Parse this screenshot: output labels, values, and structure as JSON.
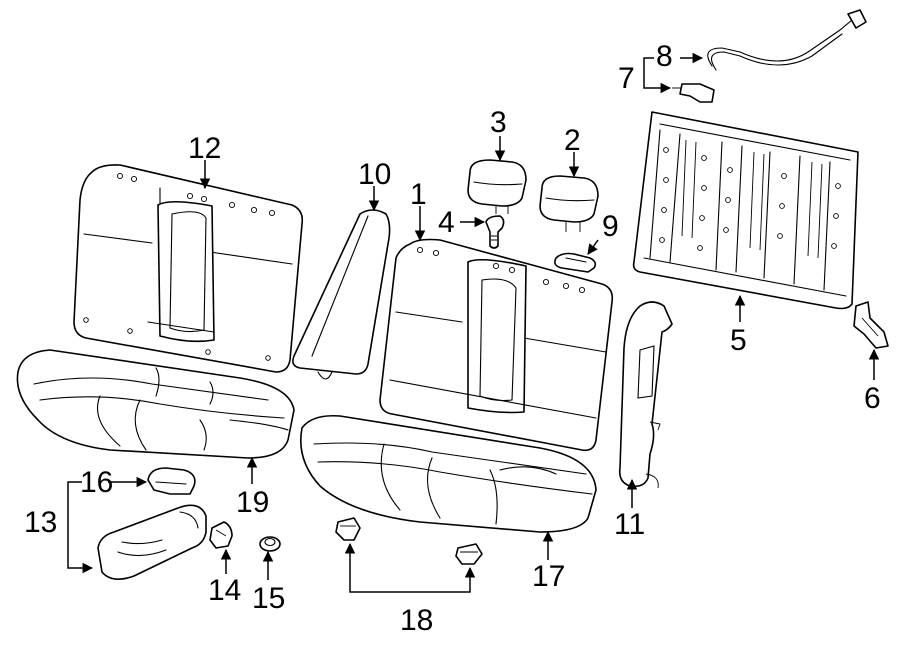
{
  "callouts": [
    "1",
    "2",
    "3",
    "4",
    "5",
    "6",
    "7",
    "8",
    "9",
    "10",
    "11",
    "12",
    "13",
    "14",
    "15",
    "16",
    "17",
    "18",
    "19"
  ],
  "colors": {
    "line": "#000000",
    "background": "#ffffff"
  }
}
